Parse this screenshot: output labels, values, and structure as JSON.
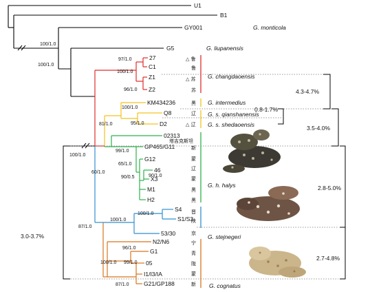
{
  "tree": {
    "taxa": {
      "U1": "U1",
      "B1": "B1",
      "GY001": "GY001",
      "G5": "G5",
      "27": "27",
      "C1": "C1",
      "Z1": "Z1",
      "Z2": "Z2",
      "KM434236": "KM434236",
      "Q8": "Q8",
      "D2": "D2",
      "02313": "02313",
      "GP465": "GP465/G11",
      "G12": "G12",
      "46": "46",
      "X3": "X3",
      "M1": "M1",
      "H2": "H2",
      "S4": "S4",
      "S1": "S1/S3",
      "53": "53/30",
      "N2": "N2/N6",
      "G1": "G1",
      "05": "05",
      "I1": "I1/I3/IA",
      "G21": "G21/GP188"
    },
    "support": {
      "gmont": "100/1.0",
      "root2": "100/1.0",
      "n27": "97/1.0",
      "changC": "100/1.0",
      "nz": "96/1.0",
      "interq": "100/1.0",
      "nqd": "95/1.0",
      "sed": "81/1.0",
      "halnode": "100/1.0",
      "n99": "99/1.0",
      "n65": "65/1.0",
      "n90a": "90/1.0",
      "n90b": "90/0.5",
      "n60": "60/1.0",
      "s4": "100/1.0",
      "stej": "100/1.0",
      "n87a": "87/1.0",
      "n96": "96/1.0",
      "n99b": "99/1.0",
      "cogA": "100/1.0",
      "n87b": "87/1.0"
    },
    "species": {
      "monticola": "G. monticola",
      "liupanensis": "G. liupanensis",
      "changdaoensis": "G. changdaoensis",
      "intermedius": "G. intermedius",
      "qianshanensis": "G. s. qianshanensis",
      "shedaoensis": "G. s. shedaoensis",
      "halys": "G. h. halys",
      "stejnegeri": "G. stejnegeri",
      "cognatus": "G. cognatus"
    },
    "regions": {
      "r27": "△ 鲁",
      "rC1": "鲁",
      "rZ1": "△ 苏",
      "rZ2": "苏",
      "rKM": "黑",
      "rQ8": "辽",
      "rD2": "△ 辽",
      "r02313": "塔吉克斯坦",
      "rGP": "新",
      "rG12": "蒙",
      "r46": "辽",
      "rX3": "蒙",
      "rM1": "黑",
      "rH2": "黑",
      "rS4": "晋",
      "rS1": "陕",
      "r53": "京",
      "rN2": "宁",
      "rG1": "青",
      "r05": "陇",
      "rI1": "蒙",
      "rG21": "新"
    },
    "ranges": {
      "r1": "4.3-4.7%",
      "r2": "0.8-1.7%",
      "r3": "3.5-4.0%",
      "r4": "2.8-5.0%",
      "r5": "3.0-3.7%",
      "r6": "2.7-4.8%"
    },
    "break_mark": "//",
    "colors": {
      "changdaoensis": "#e02a2a",
      "intermedius": "#f2c21c",
      "halys": "#2bb24a",
      "stejnegeri": "#2e8fd0",
      "cognatus": "#d9731a",
      "base": "#000000"
    }
  }
}
